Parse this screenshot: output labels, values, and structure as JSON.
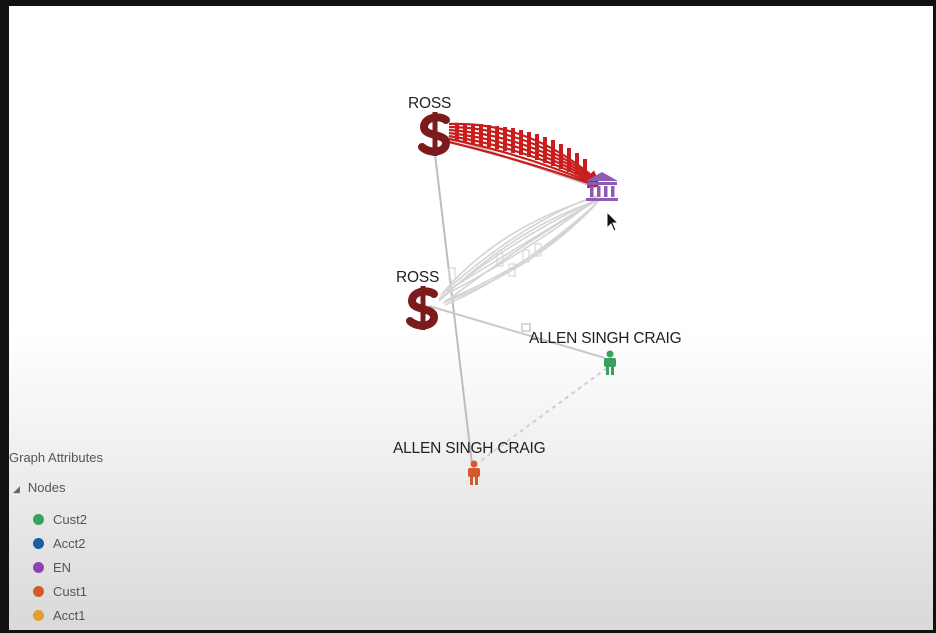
{
  "graph": {
    "nodes": [
      {
        "id": "ross_top",
        "label": "ROSS",
        "icon": "dollar-icon"
      },
      {
        "id": "bank",
        "label": "",
        "icon": "bank-icon"
      },
      {
        "id": "ross_mid",
        "label": "ROSS",
        "icon": "dollar-icon"
      },
      {
        "id": "allen_right",
        "label": "ALLEN SINGH CRAIG",
        "icon": "person-icon"
      },
      {
        "id": "allen_bottom",
        "label": "ALLEN SINGH CRAIG",
        "icon": "person-icon"
      }
    ],
    "edge_colors": {
      "highlight": "#c81e1e",
      "faded": "#cfcfcf",
      "normal": "#bdbdbd"
    }
  },
  "attributes": {
    "title": "Graph Attributes",
    "nodes_header": "Nodes",
    "legend": [
      {
        "label": "Cust2",
        "color": "#3aa05f"
      },
      {
        "label": "Acct2",
        "color": "#1f5e9e"
      },
      {
        "label": "EN",
        "color": "#8e44ad"
      },
      {
        "label": "Cust1",
        "color": "#d35a2a"
      },
      {
        "label": "Acct1",
        "color": "#e0a030"
      }
    ]
  },
  "colors": {
    "dollar": "#7a1c1c",
    "bank": "#8e5bb3",
    "cust2": "#3aa05f",
    "cust1": "#d35a2a"
  }
}
